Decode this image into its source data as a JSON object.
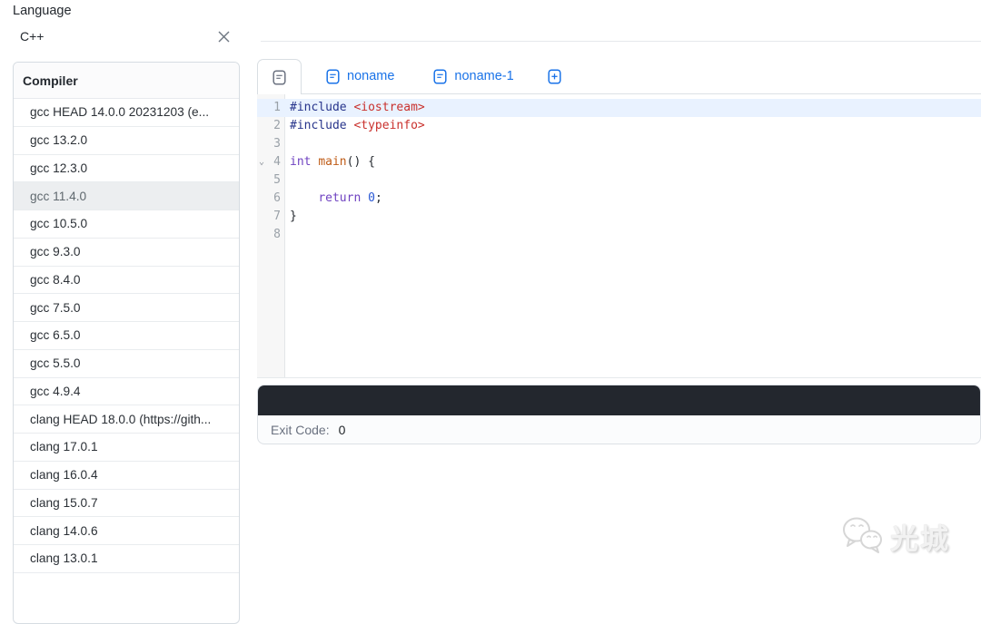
{
  "language_panel": {
    "label": "Language",
    "selected": "C++"
  },
  "compiler_panel": {
    "header": "Compiler",
    "selected_item": "gcc 11.4.0",
    "items": [
      "gcc HEAD 14.0.0 20231203 (e...",
      "gcc 13.2.0",
      "gcc 12.3.0",
      "gcc 11.4.0",
      "gcc 10.5.0",
      "gcc 9.3.0",
      "gcc 8.4.0",
      "gcc 7.5.0",
      "gcc 6.5.0",
      "gcc 5.5.0",
      "gcc 4.9.4",
      "clang HEAD 18.0.0 (https://gith...",
      "clang 17.0.1",
      "clang 16.0.4",
      "clang 15.0.7",
      "clang 14.0.6",
      "clang 13.0.1"
    ]
  },
  "tabs": {
    "accent_color": "#1a73e8",
    "items": [
      {
        "label": "",
        "active": true
      },
      {
        "label": "noname",
        "active": false
      },
      {
        "label": "noname-1",
        "active": false
      }
    ]
  },
  "editor": {
    "colors": {
      "plain": "#24292f",
      "meta": "#27348b",
      "string": "#c9302c",
      "keyword": "#6f42c1",
      "func": "#bf5b16",
      "number": "#2857d4"
    },
    "active_line_bg": "#e9f2ff",
    "lines": [
      {
        "number": "1",
        "active": true,
        "tokens": [
          {
            "t": "#include",
            "c": "meta"
          },
          {
            "t": " "
          },
          {
            "t": "<iostream>",
            "c": "string"
          }
        ]
      },
      {
        "number": "2",
        "tokens": [
          {
            "t": "#include",
            "c": "meta"
          },
          {
            "t": " "
          },
          {
            "t": "<typeinfo>",
            "c": "string"
          }
        ]
      },
      {
        "number": "3",
        "tokens": []
      },
      {
        "number": "4",
        "fold": true,
        "tokens": [
          {
            "t": "int",
            "c": "keyword"
          },
          {
            "t": " "
          },
          {
            "t": "main",
            "c": "func"
          },
          {
            "t": "() {"
          }
        ]
      },
      {
        "number": "5",
        "tokens": []
      },
      {
        "number": "6",
        "tokens": [
          {
            "t": "    "
          },
          {
            "t": "return",
            "c": "keyword"
          },
          {
            "t": " "
          },
          {
            "t": "0",
            "c": "number"
          },
          {
            "t": ";"
          }
        ]
      },
      {
        "number": "7",
        "tokens": [
          {
            "t": "}"
          }
        ]
      },
      {
        "number": "8",
        "tokens": []
      }
    ]
  },
  "output": {
    "header_bg": "#23272e",
    "exit_code_label": "Exit Code:",
    "exit_code_value": "0"
  },
  "watermark": {
    "text": "光城"
  }
}
